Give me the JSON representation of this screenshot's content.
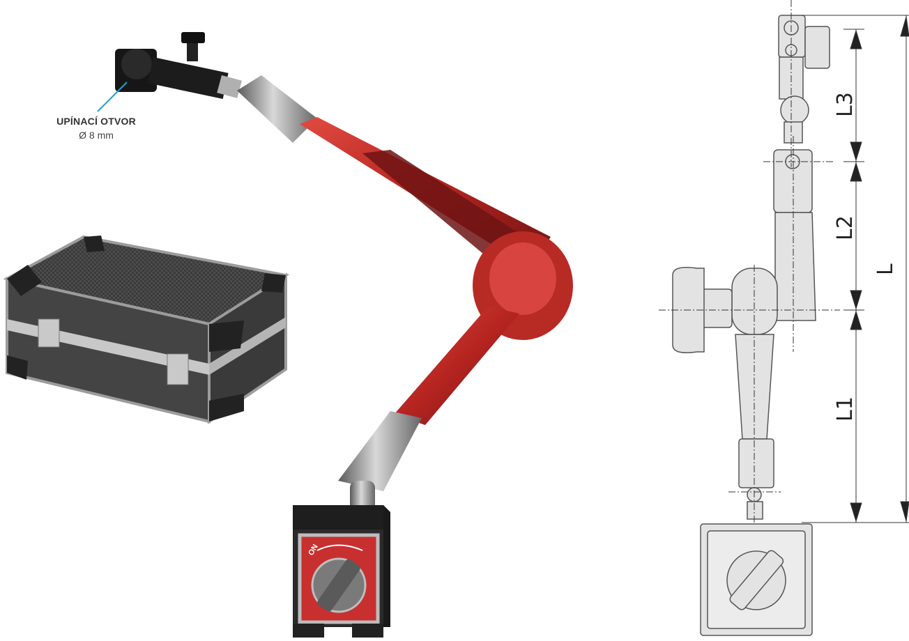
{
  "callout": {
    "title": "UPÍNACÍ OTVOR",
    "value": "Ø 8 mm"
  },
  "base_switch": {
    "on_label": "ON"
  },
  "dimensions": {
    "l3": "L3",
    "l2": "L2",
    "l1": "L1",
    "l": "L"
  },
  "colors": {
    "arm_red": "#c0302a",
    "arm_dark": "#6e1414",
    "steel": "#9a9a9a",
    "base_black": "#2a2a2a",
    "callout_line": "#1ea0d8",
    "drawing_fill": "#e3e3e3",
    "drawing_stroke": "#555555"
  }
}
